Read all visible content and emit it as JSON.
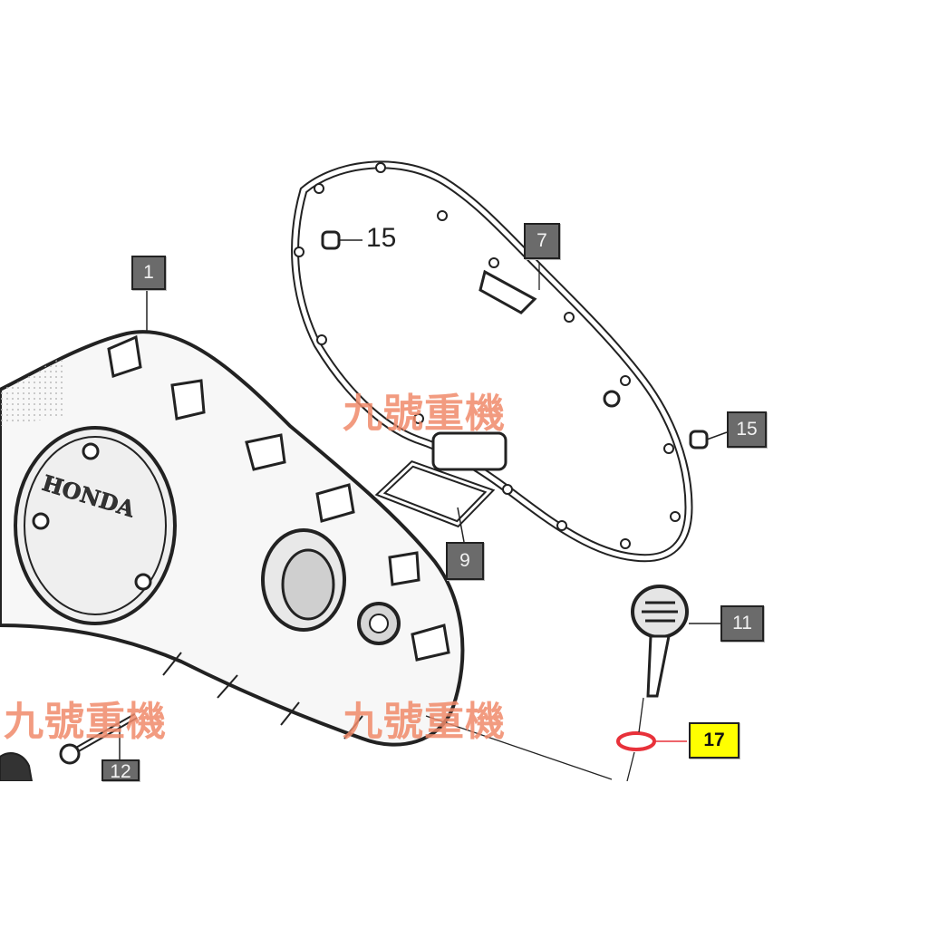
{
  "diagram": {
    "callouts": [
      {
        "id": "c1",
        "label": "1"
      },
      {
        "id": "c7",
        "label": "7"
      },
      {
        "id": "c9",
        "label": "9"
      },
      {
        "id": "c11",
        "label": "11"
      },
      {
        "id": "c12",
        "label": "12"
      },
      {
        "id": "c15b",
        "label": "15"
      },
      {
        "id": "c17",
        "label": "17"
      }
    ],
    "plain_labels": [
      {
        "id": "p15",
        "label": "15"
      }
    ],
    "logo_text": "HONDA",
    "watermarks": [
      "九號重機",
      "九號重機",
      "九號重機"
    ],
    "colors": {
      "callout_fill": "#6b6b6b",
      "highlight_fill": "#ffff00",
      "highlight_part": "#e8313a",
      "watermark": "#f08a6a",
      "line": "#222222"
    }
  }
}
